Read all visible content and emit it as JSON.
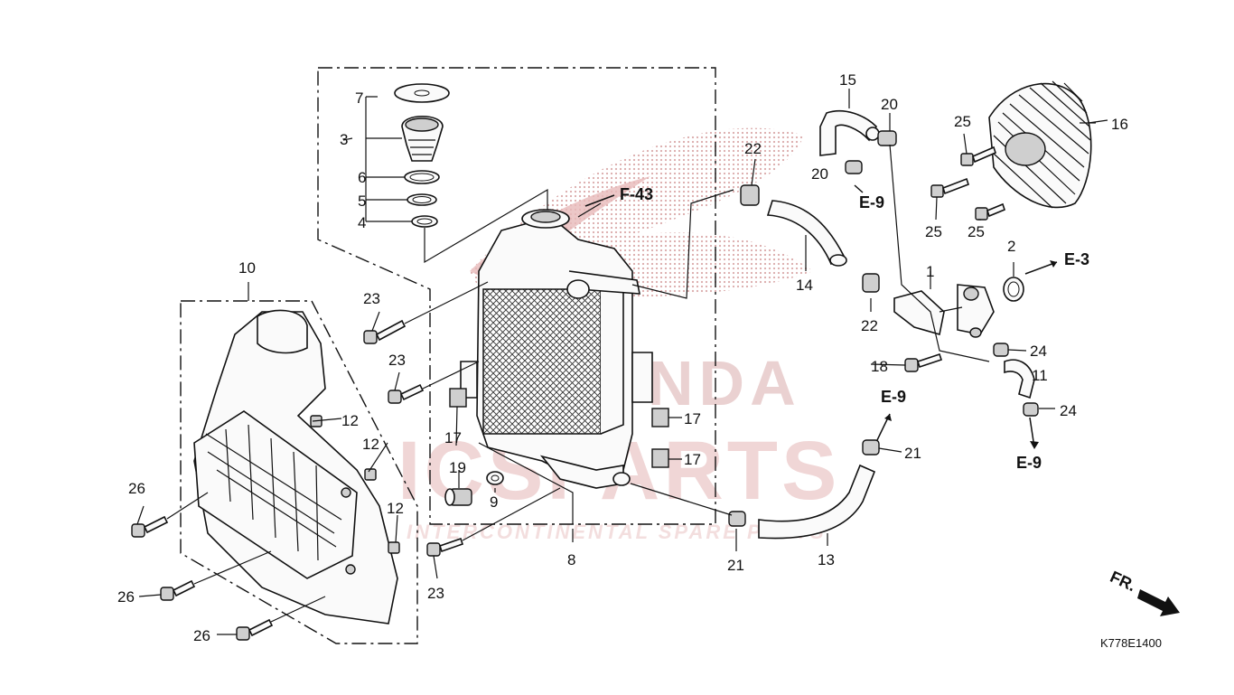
{
  "diagram": {
    "drawing_code": "K778E1400",
    "front_label": "FR.",
    "references": {
      "f43": "F-43",
      "e3": "E-3",
      "e9": "E-9"
    },
    "callouts": {
      "c1": "1",
      "c2": "2",
      "c3": "3",
      "c4": "4",
      "c5": "5",
      "c6": "6",
      "c7": "7",
      "c8": "8",
      "c9": "9",
      "c10": "10",
      "c11": "11",
      "c12": "12",
      "c13": "13",
      "c14": "14",
      "c15": "15",
      "c16": "16",
      "c17": "17",
      "c18": "18",
      "c19": "19",
      "c20": "20",
      "c21": "21",
      "c22": "22",
      "c23": "23",
      "c24": "24",
      "c25": "25",
      "c26": "26"
    },
    "watermark": {
      "main": "ICSPARTS",
      "sub": "INTERCONTINENTAL SPARE PARTS",
      "brand": "HONDA"
    },
    "colors": {
      "line": "#111111",
      "watermark_red": "#d9a0a0",
      "background": "#ffffff"
    }
  }
}
